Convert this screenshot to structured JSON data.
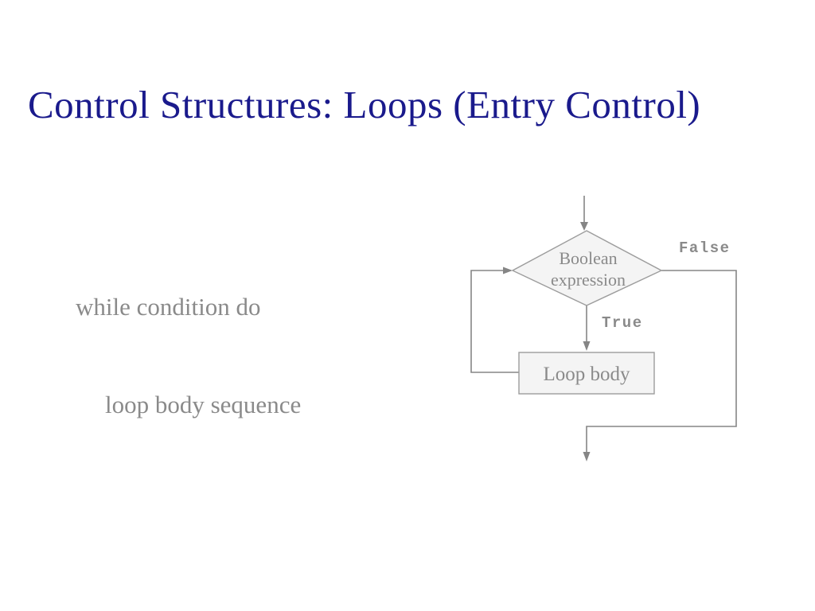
{
  "slide": {
    "title": "Control Structures: Loops (Entry Control)",
    "code": {
      "line1": "while condition do",
      "line2": "loop body sequence"
    }
  },
  "flowchart": {
    "decision_line1": "Boolean",
    "decision_line2": "expression",
    "process_label": "Loop body",
    "true_label": "True",
    "false_label": "False"
  },
  "colors": {
    "background": "#ffffff",
    "title_text": "#1a1a8c",
    "body_text": "#8a8a8a",
    "flow_line": "#858585",
    "node_fill": "#f4f4f4",
    "node_border": "#9c9c9c",
    "node_text": "#8a8a8a",
    "branch_label": "#8a8a8a"
  }
}
